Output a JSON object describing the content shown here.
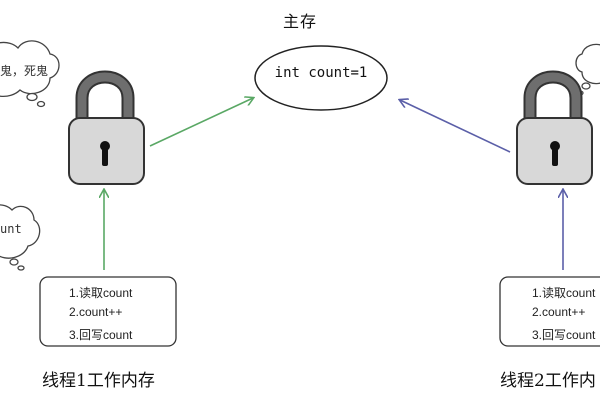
{
  "title": "主存",
  "main_memory": {
    "text": "int count=1"
  },
  "clouds": {
    "top_text": "鬼，死鬼",
    "bottom_text": "unt"
  },
  "left_box": {
    "steps": [
      "1.读取count",
      "2.count++",
      "3.回写count"
    ]
  },
  "right_box": {
    "steps": [
      "1.读取count",
      "2.count++",
      "3.回写count"
    ]
  },
  "left_caption": "线程1工作内存",
  "right_caption": "线程2工作内",
  "colors": {
    "left_arrow": "#5aa865",
    "right_arrow": "#5b5fa8",
    "lock_body": "#d8d8d8",
    "lock_shackle": "#6e6e6e",
    "lock_outline": "#333333"
  }
}
